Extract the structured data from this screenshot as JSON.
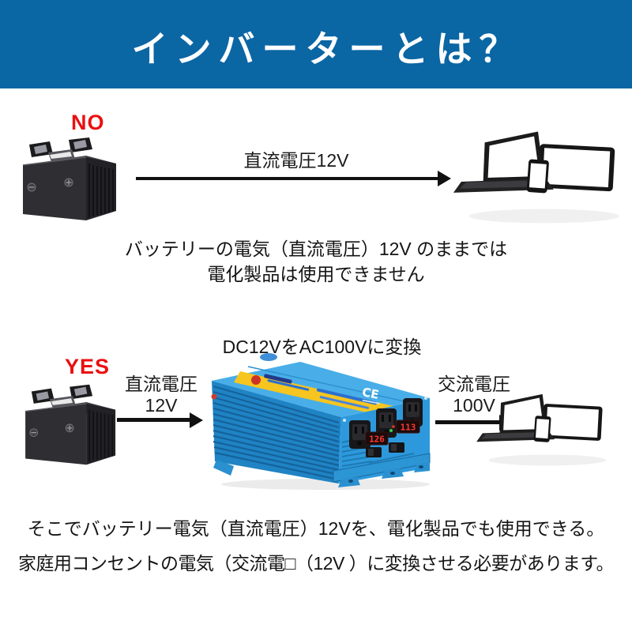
{
  "header": {
    "title": "インバーターとは？",
    "bg_color": "#0b66a4"
  },
  "no_section": {
    "label": "NO",
    "arrow_label": "直流電圧12V",
    "caption_line1": "バッテリーの電気（直流電圧）12V のままでは",
    "caption_line2": "電化製品は使用できません"
  },
  "yes_section": {
    "label": "YES",
    "converter_title": "DC12VをAC100Vに変換",
    "dc_label_line1": "直流電圧",
    "dc_label_line2": "12V",
    "ac_label_line1": "交流電圧",
    "ac_label_line2": "100V"
  },
  "inverter": {
    "display_left": "126",
    "display_right": "113",
    "ce_mark": "CE"
  },
  "footer": {
    "line1": "そこでバッテリー電気（直流電圧）12Vを、電化製品でも使用できる。",
    "line2": "家庭用コンセントの電気（交流電□（12V ）に変換させる必要があります。"
  },
  "colors": {
    "header_blue": "#0b66a4",
    "accent_red": "#ea1010",
    "text_black": "#1b1b1b",
    "inverter_blue": "#2d99dc",
    "label_yellow": "#f6c51f",
    "led_red": "#ff3830"
  }
}
